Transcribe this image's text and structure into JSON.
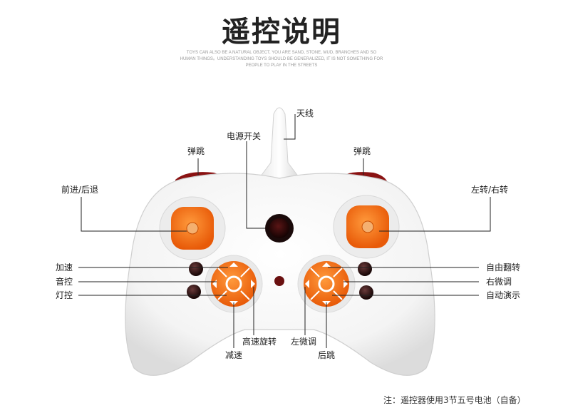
{
  "title": "遥控说明",
  "subtitle": "TOYS CAN ALSO BE A NATURAL OBJECT, YOU ARE SAND, STONE, MUD, BRANCHES AND SO HUMAN THINGS。UNDERSTANDING TOYS SHOULD BE GENERALIZED, IT IS NOT SOMETHING FOR PEOPLE TO PLAY IN THE STREETS",
  "labels": {
    "antenna": "天线",
    "power": "电源开关",
    "bounce_left": "弹跳",
    "bounce_right": "弹跳",
    "forward_back": "前进/后退",
    "turn": "左转/右转",
    "accelerate": "加速",
    "sound": "音控",
    "light": "灯控",
    "flip": "自由翻转",
    "right_trim": "右微调",
    "demo": "自动演示",
    "high_spin": "高速旋转",
    "decelerate": "减速",
    "left_trim": "左微调",
    "back_jump": "后跳"
  },
  "note": "注：遥控器使用3节五号电池（自备）",
  "colors": {
    "orange": "#f26a12",
    "shell": "#f7f7f7",
    "shoulder": "#8a1212",
    "button_dark": "#2a1212"
  }
}
